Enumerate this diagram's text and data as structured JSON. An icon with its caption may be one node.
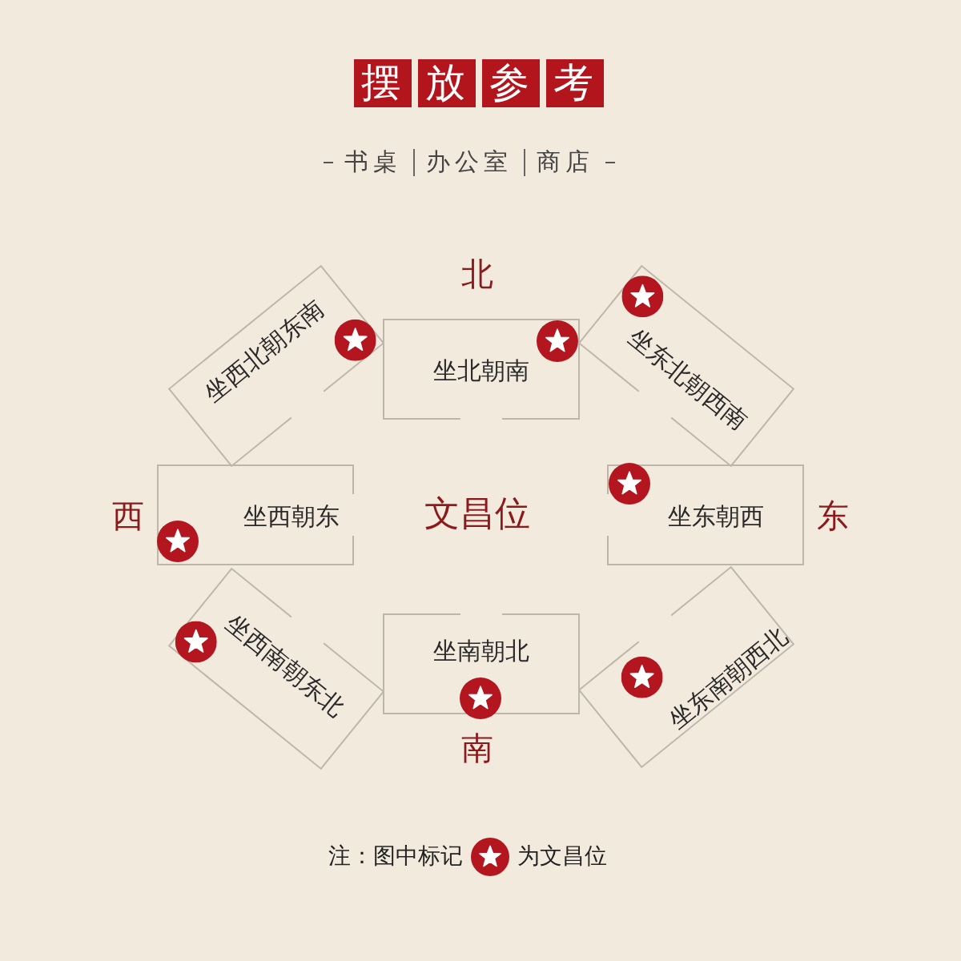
{
  "diagram": {
    "title": "摆放参考",
    "nodes": [
      {
        "text": [
          "坐西北朝东南"
        ]
      },
      {
        "text": [
          "坐北朝南"
        ]
      },
      {
        "text": [
          "坐东北朝西南"
        ]
      },
      {
        "text": [
          "坐西朝东"
        ]
      },
      {
        "text": [
          "坐东朝西"
        ]
      },
      {
        "text": [
          "坐西南朝东北"
        ]
      },
      {
        "text": [
          "坐南朝北"
        ]
      },
      {
        "text": [
          "坐东南朝西北"
        ]
      }
    ],
    "labels": [
      "书桌",
      "办公室",
      "商店",
      "北",
      "西",
      "文昌位",
      "东",
      "南",
      "注：图中标记",
      "为文昌位"
    ]
  }
}
